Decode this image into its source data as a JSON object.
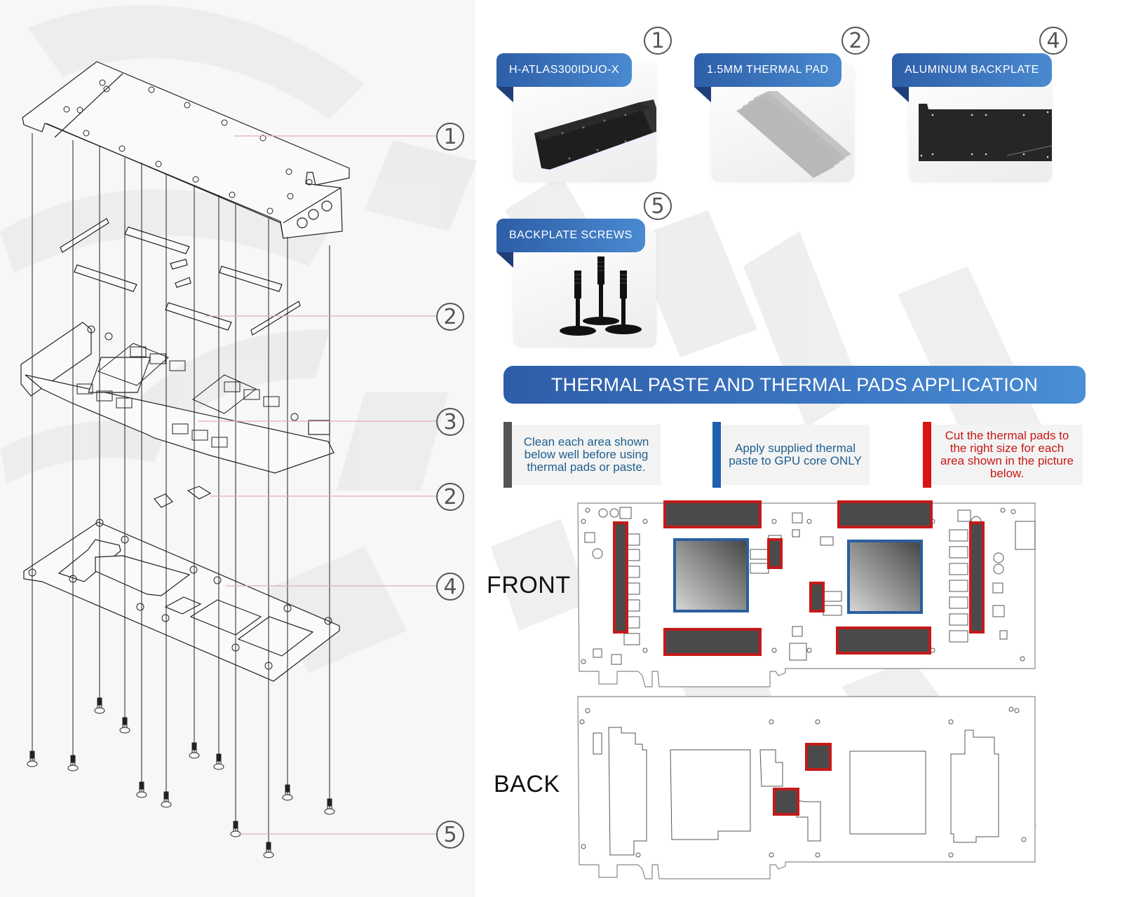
{
  "callouts": {
    "exploded": [
      "1",
      "2",
      "3",
      "2",
      "4",
      "5"
    ],
    "parts": [
      "1",
      "2",
      "4",
      "5"
    ]
  },
  "parts": [
    {
      "num": "1",
      "label": "H-ATLAS300IDUO-X",
      "icon": "water-block-image"
    },
    {
      "num": "2",
      "label": "1.5MM THERMAL PAD",
      "icon": "thermal-pad-image"
    },
    {
      "num": "4",
      "label": "ALUMINUM BACKPLATE",
      "icon": "backplate-image"
    },
    {
      "num": "5",
      "label": "BACKPLATE SCREWS",
      "icon": "screws-image"
    }
  ],
  "banner": "THERMAL PASTE AND THERMAL PADS APPLICATION",
  "notes": [
    {
      "text": "Clean each area shown below well before using thermal pads or paste.",
      "bar_color": "#555555",
      "text_color": "#1f5f8e"
    },
    {
      "text": "Apply supplied thermal paste to GPU core ONLY",
      "bar_color": "#1f5fb0",
      "text_color": "#1f5f8e"
    },
    {
      "text": "Cut the thermal pads to the right size for each area shown in the picture below.",
      "bar_color": "#d81414",
      "text_color": "#c81818"
    }
  ],
  "board_labels": {
    "front": "FRONT",
    "back": "BACK"
  },
  "colors": {
    "accent_blue": "#3d78c4",
    "pad_red": "#c41a1a",
    "pad_fill": "#4a4a4a",
    "gpu_border": "#2a5f9e",
    "leader_line": "#e0a0c0"
  }
}
